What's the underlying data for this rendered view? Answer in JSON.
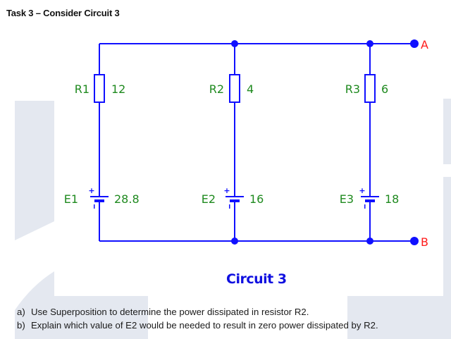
{
  "document": {
    "task_title": "Task 3 – Consider Circuit 3",
    "circuit_caption": "Circuit 3",
    "questions": [
      {
        "marker": "a)",
        "text": "Use Superposition to determine the power dissipated in resistor R2."
      },
      {
        "marker": "b)",
        "text": "Explain which value of E2 would be needed to result in zero power dissipated by R2."
      }
    ]
  },
  "circuit": {
    "colors": {
      "wire": "#1010ff",
      "component_label": "#1f8a1f",
      "terminal_label": "#ff1a1a",
      "caption": "#1010e0",
      "watermark": "#e4e8f0"
    },
    "resistors": [
      {
        "name": "R1",
        "value": "12"
      },
      {
        "name": "R2",
        "value": "4"
      },
      {
        "name": "R3",
        "value": "6"
      }
    ],
    "sources": [
      {
        "name": "E1",
        "value": "28.8",
        "plus": "+",
        "minus": "–"
      },
      {
        "name": "E2",
        "value": "16",
        "plus": "+",
        "minus": "–"
      },
      {
        "name": "E3",
        "value": "18",
        "plus": "+",
        "minus": "–"
      }
    ],
    "terminals": [
      {
        "name": "A"
      },
      {
        "name": "B"
      }
    ]
  }
}
